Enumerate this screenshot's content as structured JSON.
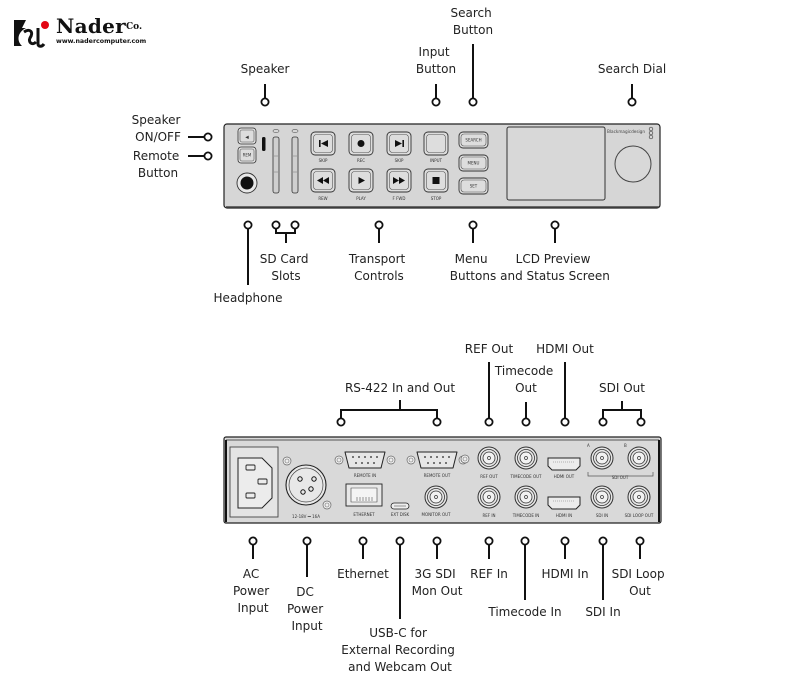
{
  "logo": {
    "name": "Nader",
    "suffix": "Co.",
    "url": "www.nadercomputer.com",
    "accent_color": "#e30613"
  },
  "front_panel": {
    "buttons": {
      "speaker": "◀",
      "rem": "REM",
      "skip_back": "SKIP",
      "rec": "REC",
      "skip_fwd": "SKIP",
      "input": "INPUT",
      "rew": "REW",
      "play": "PLAY",
      "ffwd": "F FWD",
      "stop": "STOP",
      "search": "SEARCH",
      "menu": "MENU",
      "set": "SET"
    },
    "brand": "Blackmagicdesign"
  },
  "front_callouts": {
    "speaker_on_off": [
      "Speaker",
      "ON/OFF"
    ],
    "remote_button": [
      "Remote",
      "Button"
    ],
    "speaker": [
      "Speaker"
    ],
    "input_button": [
      "Input",
      "Button"
    ],
    "search_button": [
      "Search",
      "Button"
    ],
    "search_dial": [
      "Search Dial"
    ],
    "headphone": [
      "Headphone"
    ],
    "sd_card_slots": [
      "SD Card",
      "Slots"
    ],
    "transport_controls": [
      "Transport",
      "Controls"
    ],
    "menu_buttons": [
      "Menu",
      "Buttons"
    ],
    "lcd_preview": [
      "LCD Preview",
      "and Status Screen"
    ]
  },
  "rear_panel": {
    "port_labels": {
      "dc_rating": "12-18V ⎓ 16A",
      "remote_in": "REMOTE IN",
      "remote_out": "REMOTE OUT",
      "ethernet": "ETHERNET",
      "ext_disk": "EXT DISK",
      "monitor_out": "MONITOR OUT",
      "ref_out": "REF OUT",
      "timecode_out": "TIMECODE OUT",
      "hdmi_out": "HDMI OUT",
      "ref_in": "REF IN",
      "timecode_in": "TIMECODE IN",
      "hdmi_in": "HDMI IN",
      "sdi_a": "A",
      "sdi_b": "B",
      "sdi_out": "SDI OUT",
      "sdi_in": "SDI IN",
      "sdi_loop_out": "SDI LOOP OUT"
    }
  },
  "rear_callouts": {
    "rs422": [
      "RS-422 In and Out"
    ],
    "ref_out": [
      "REF Out"
    ],
    "timecode_out": [
      "Timecode",
      "Out"
    ],
    "hdmi_out": [
      "HDMI Out"
    ],
    "sdi_out": [
      "SDI Out"
    ],
    "ac_power": [
      "AC",
      "Power",
      "Input"
    ],
    "dc_power": [
      "DC",
      "Power",
      "Input"
    ],
    "ethernet": [
      "Ethernet"
    ],
    "usbc": [
      "USB-C for",
      "External Recording",
      "and Webcam Out"
    ],
    "mon_out": [
      "3G SDI",
      "Mon Out"
    ],
    "ref_in": [
      "REF In"
    ],
    "timecode_in": [
      "Timecode In"
    ],
    "hdmi_in": [
      "HDMI In"
    ],
    "sdi_in": [
      "SDI In"
    ],
    "sdi_loop_out": [
      "SDI Loop",
      "Out"
    ]
  }
}
